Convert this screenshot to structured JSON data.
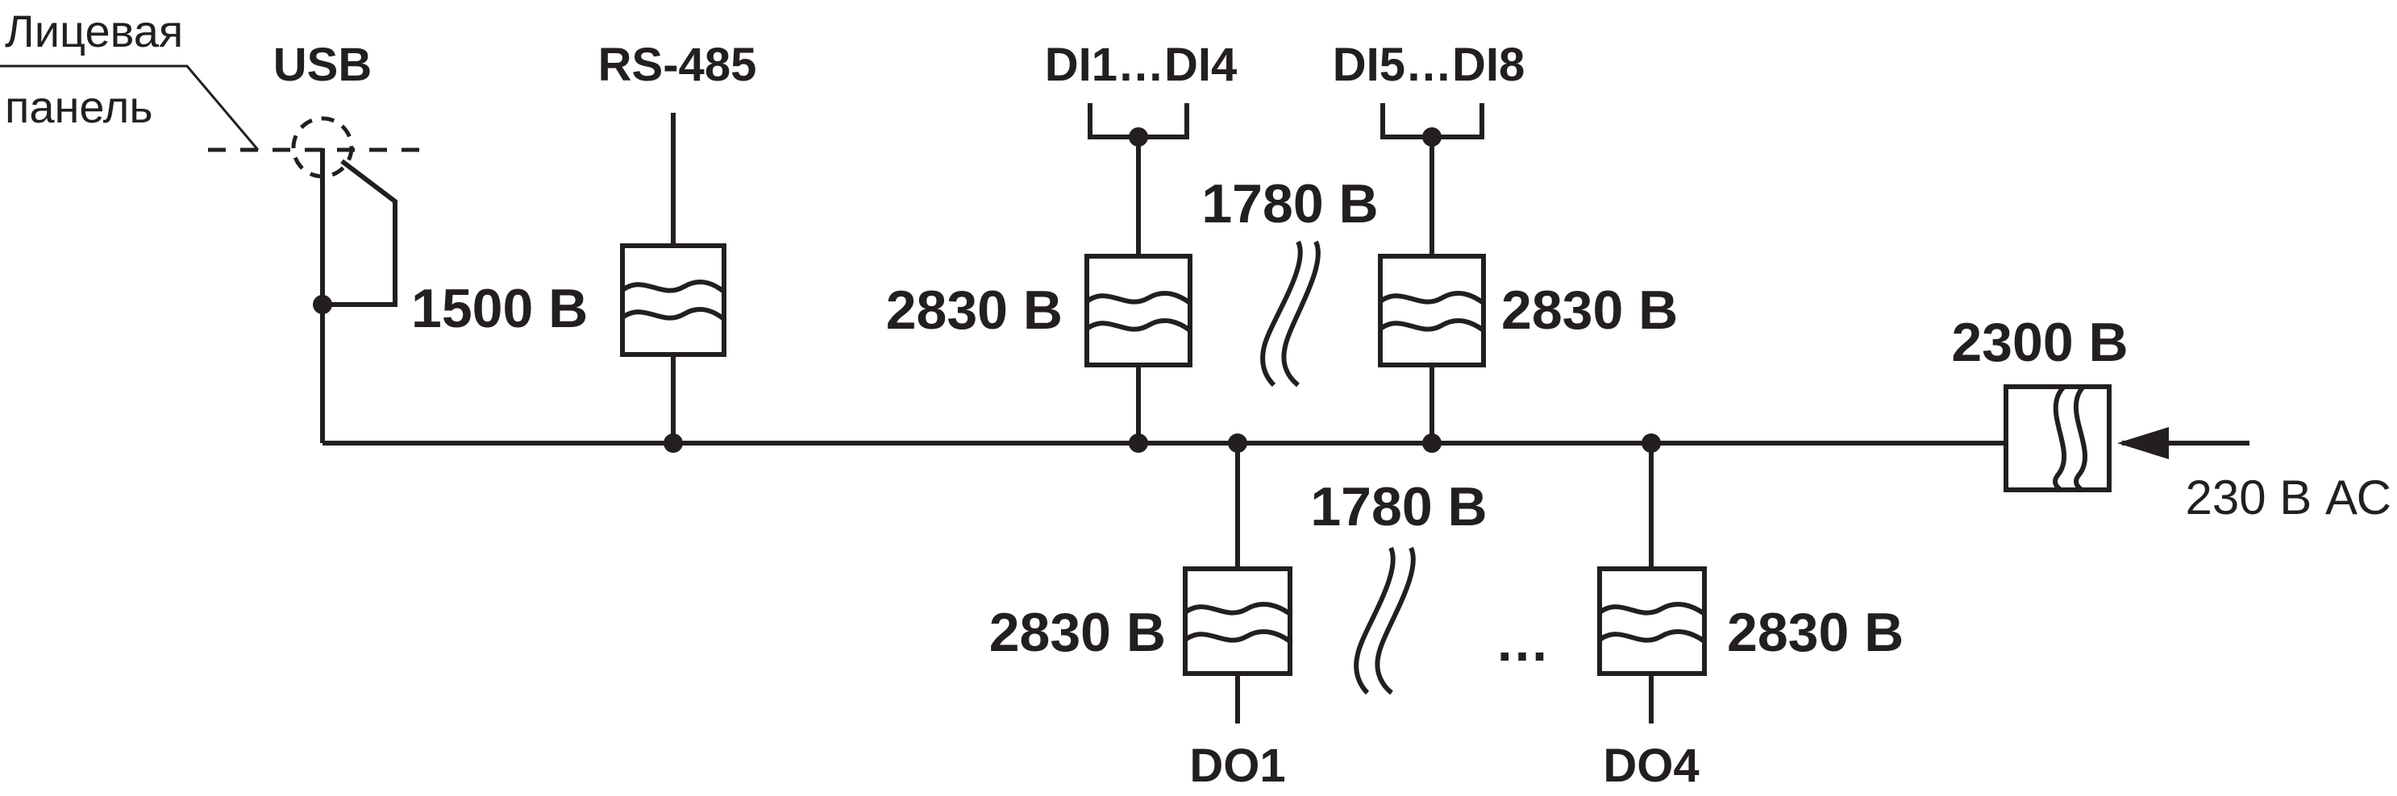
{
  "front_panel": {
    "line1": "Лицевая",
    "line2": "панель"
  },
  "ports": {
    "usb": "USB",
    "rs485": "RS-485",
    "di_group1": "DI1…DI4",
    "di_group2": "DI5…DI8",
    "do1": "DO1",
    "do4": "DO4",
    "ellipsis": "…"
  },
  "voltages": {
    "usb_isolation": "1500 В",
    "di1_isolation": "2830 В",
    "di2_isolation": "2830 В",
    "di_between": "1780 В",
    "do_between": "1780 В",
    "do1_isolation": "2830 В",
    "do4_isolation": "2830 В",
    "power_isolation": "2300 В"
  },
  "power_input": "230 В АС",
  "colors": {
    "ink": "#231f20",
    "background": "#ffffff"
  }
}
